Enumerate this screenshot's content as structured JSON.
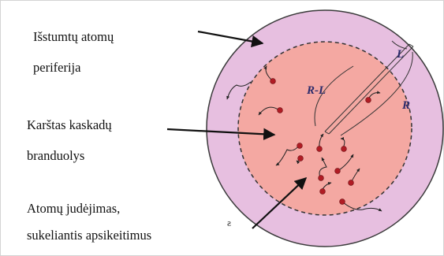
{
  "labels": {
    "periphery_line1": "Išstumtų atomų",
    "periphery_line2": "periferija",
    "core_line1": "Karštas kaskadų",
    "core_line2": "branduolys",
    "motion_line1": "Atomų judėjimas,",
    "motion_line2": "sukeliantis apsikeitimus"
  },
  "math_labels": {
    "inner_radius": "R-L",
    "outer_band": "L",
    "core_radius": "R"
  },
  "stray_mark": "ƨ",
  "colors": {
    "outer_ring": "#e7bfe0",
    "outer_ring_stroke": "#3a3a3a",
    "core": "#f4a8a2",
    "core_boundary": "#333333",
    "atom": "#b01c24",
    "arrow": "#111111",
    "math_label": "#2b2b6b"
  }
}
